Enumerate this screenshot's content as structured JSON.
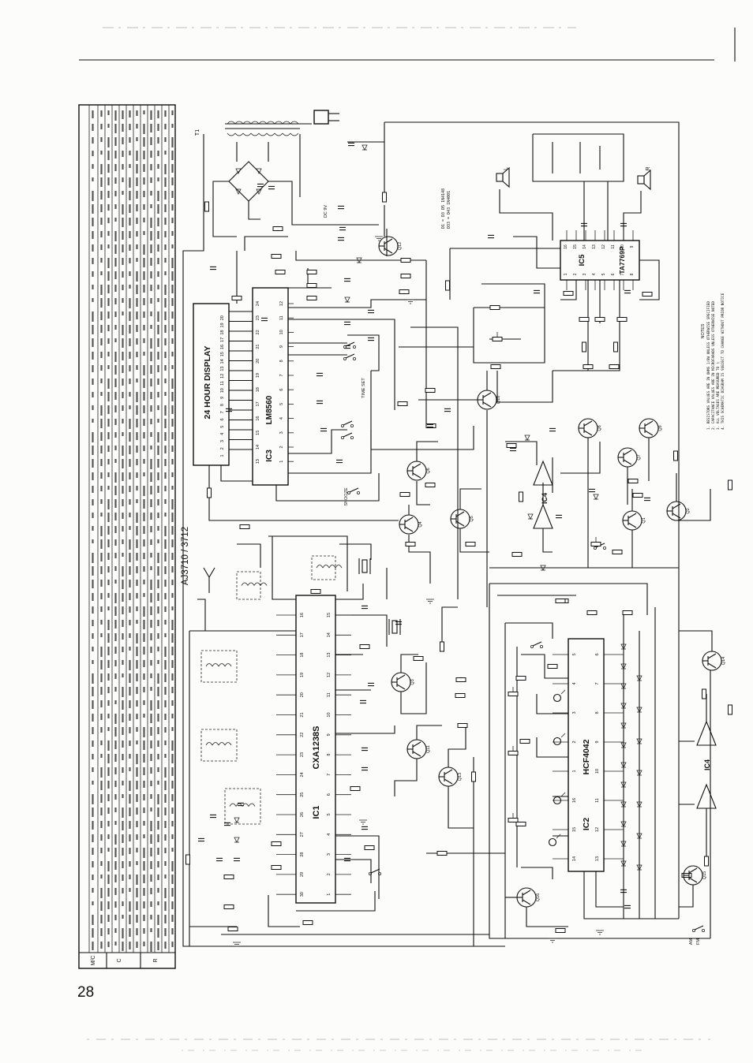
{
  "page": {
    "number": "28",
    "model": "AJ3710 / 3712"
  },
  "parts_table": {
    "headers": [
      "M/C",
      "C",
      "R"
    ]
  },
  "display": {
    "title": "24 HOUR DISPLAY",
    "pins": [
      "1",
      "2",
      "3",
      "4",
      "5",
      "6",
      "7",
      "8",
      "9",
      "10",
      "11",
      "12",
      "13",
      "14",
      "15",
      "16",
      "17",
      "18",
      "19",
      "20"
    ]
  },
  "ics": {
    "ic1": {
      "ref": "IC1",
      "part": "CXA1238S",
      "pins_left": [
        "16",
        "17",
        "18",
        "19",
        "20",
        "21",
        "22",
        "23",
        "24",
        "25",
        "26",
        "27",
        "28",
        "29",
        "30"
      ],
      "pins_right": [
        "15",
        "14",
        "13",
        "12",
        "11",
        "10",
        "9",
        "8",
        "7",
        "6",
        "5",
        "4",
        "3",
        "2",
        "1"
      ]
    },
    "ic2": {
      "ref": "IC2",
      "part": "HCF4042",
      "pins_left": [
        "5",
        "4",
        "3",
        "2",
        "1",
        "16",
        "15",
        "14"
      ],
      "pins_right": [
        "6",
        "7",
        "8",
        "9",
        "10",
        "11",
        "12",
        "13"
      ]
    },
    "ic3": {
      "ref": "IC3",
      "part": "LM8560",
      "pins_left": [
        "24",
        "23",
        "22",
        "21",
        "20",
        "19",
        "18",
        "17",
        "16",
        "15",
        "14",
        "13"
      ],
      "pins_right": [
        "12",
        "11",
        "10",
        "9",
        "8",
        "7",
        "6",
        "5",
        "4",
        "3",
        "2",
        "1"
      ]
    },
    "ic4": {
      "ref": "IC4"
    },
    "ic5": {
      "ref": "IC5",
      "part": "TA7769P",
      "pins_top": [
        "16",
        "15",
        "14",
        "13",
        "12",
        "11",
        "10",
        "9"
      ],
      "pins_bottom": [
        "1",
        "2",
        "3",
        "4",
        "5",
        "6",
        "7",
        "8"
      ]
    }
  },
  "power": {
    "transformer": "T1",
    "dc_input": "DC 9V"
  },
  "diode_note": [
    "D1 = D3 D5 1N4148",
    "D33 = D43 1N4001"
  ],
  "controls": {
    "snooze": "SNOOZE",
    "time_set": "TIME SET"
  },
  "speakers": {
    "left": "L",
    "right": "R"
  },
  "band": {
    "am": "AM",
    "fm": "FM"
  },
  "transistors": [
    "Q12",
    "Q10",
    "Q6",
    "Q4",
    "Q5",
    "Q8",
    "Q9",
    "Q7",
    "Q1",
    "Q2",
    "Q3",
    "Q11",
    "Q13",
    "Q14",
    "Q15",
    "Q16"
  ],
  "notes": {
    "heading": "NOTES",
    "items": [
      "1. RESISTORS VALUES ARE IN OHMS 1/8W UNLESS OTHERWISE SPECIFIED",
      "2. CAPACITANCE VALUES ARE IN MICROFARADS UNLESS OTHERWISE NOTED",
      "3. ALL VOLTAGES ARE MEASURED TO ⏚",
      "4. THIS SCHEMATIC DIAGRAM IS SUBJECT TO CHANGE WITHOUT PRIOR NOTICE"
    ]
  }
}
